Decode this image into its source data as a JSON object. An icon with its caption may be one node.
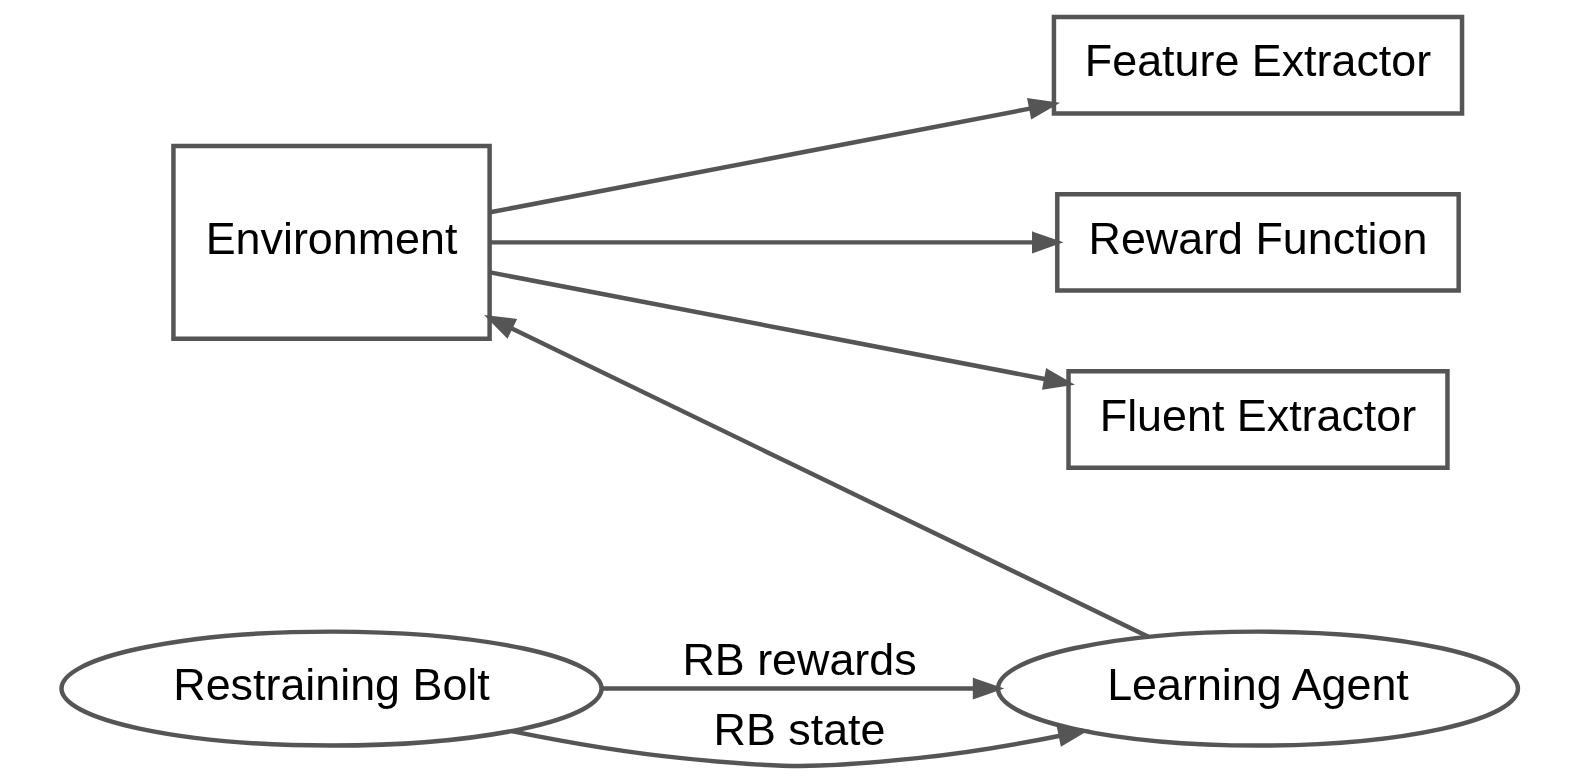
{
  "diagram": {
    "nodes": [
      {
        "text": [
          "Environment"
        ]
      },
      {
        "text": [
          "Feature Extractor"
        ]
      },
      {
        "text": [
          "Reward Function"
        ]
      },
      {
        "text": [
          "Learning Agent"
        ]
      },
      {
        "text": [
          "Fluent Extractor"
        ]
      },
      {
        "text": [
          "Restraining Bolt"
        ]
      }
    ],
    "edges": [
      {
        "from": 0,
        "to": 1,
        "arrow": "to"
      },
      {
        "from": 0,
        "to": 2,
        "arrow": "to"
      },
      {
        "from": 3,
        "to": 0,
        "arrow": "to"
      },
      {
        "from": 0,
        "to": 4,
        "arrow": "to"
      },
      {
        "from": 5,
        "to": 3,
        "arrow": "to",
        "label": "RB rewards"
      },
      {
        "from": 5,
        "to": 3,
        "arrow": "to",
        "label": "RB state"
      }
    ]
  }
}
